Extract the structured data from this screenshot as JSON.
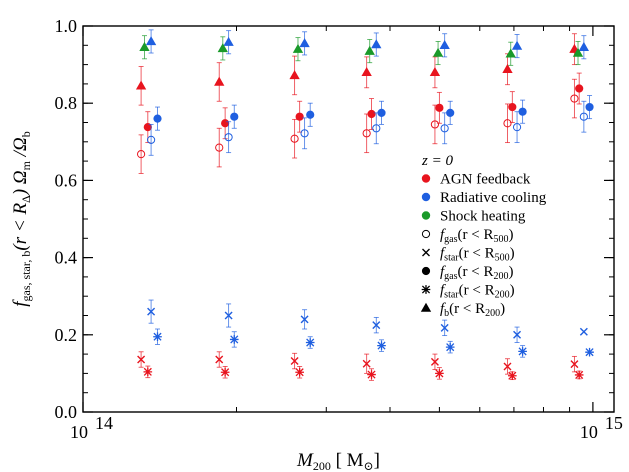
{
  "chart_data": {
    "type": "scatter",
    "xscale": "log",
    "xlim": [
      100000000000000,
      1100000000000000
    ],
    "ylim": [
      0,
      1.0
    ],
    "xticks": [
      {
        "value": 100000000000000,
        "label": "10",
        "exp": "14"
      },
      {
        "value": 1000000000000000,
        "label": "10",
        "exp": "15"
      }
    ],
    "yticks": [
      {
        "value": 0.0,
        "label": "0.0"
      },
      {
        "value": 0.2,
        "label": "0.2"
      },
      {
        "value": 0.4,
        "label": "0.4"
      },
      {
        "value": 0.6,
        "label": "0.6"
      },
      {
        "value": 0.8,
        "label": "0.8"
      },
      {
        "value": 1.0,
        "label": "1.0"
      }
    ],
    "xlabel": {
      "main": "M",
      "sub": "200",
      "unit_open": " [ M",
      "unit_sub": "⊙",
      "unit_close": "]"
    },
    "ylabel": {
      "p1": "f",
      "p1_sub": "gas, star, b",
      "p2": "(r < R",
      "p2_sub": "Δ",
      "p3": ") Ω",
      "p3_sub": "m",
      "p4": " /Ω",
      "p4_sub": "b"
    },
    "legend": {
      "title": "z = 0",
      "colors": [
        {
          "name": "AGN feedback",
          "color": "#e8141e"
        },
        {
          "name": "Radiative cooling",
          "color": "#1f5fe0"
        },
        {
          "name": "Shock heating",
          "color": "#1a9a2a"
        }
      ],
      "markers": [
        {
          "marker": "open-circle",
          "q": "f",
          "q_sub": "gas",
          "r": "(r < R",
          "r_sub": "500",
          "close": ")"
        },
        {
          "marker": "x",
          "q": "f",
          "q_sub": "star",
          "r": "(r < R",
          "r_sub": "500",
          "close": ")"
        },
        {
          "marker": "filled-circle",
          "q": "f",
          "q_sub": "gas",
          "r": "(r < R",
          "r_sub": "200",
          "close": ")"
        },
        {
          "marker": "asterisk",
          "q": "f",
          "q_sub": "star",
          "r": "(r < R",
          "r_sub": "200",
          "close": ")"
        },
        {
          "marker": "triangle",
          "q": "f",
          "q_sub": "b",
          "r": "(r < R",
          "r_sub": "200",
          "close": ")"
        }
      ]
    },
    "series": [
      {
        "model": "AGN feedback",
        "color": "#e8141e",
        "quantity": "fgas R500",
        "marker": "open-circle",
        "x": [
          130000000000000,
          185000000000000,
          260000000000000,
          360000000000000,
          490000000000000,
          680000000000000,
          920000000000000
        ],
        "y": [
          0.668,
          0.685,
          0.708,
          0.722,
          0.745,
          0.748,
          0.812
        ],
        "err": [
          0.05,
          0.05,
          0.05,
          0.05,
          0.05,
          0.05,
          0.05
        ]
      },
      {
        "model": "AGN feedback",
        "color": "#e8141e",
        "quantity": "fgas R200",
        "marker": "filled-circle",
        "x": [
          134000000000000,
          190000000000000,
          266000000000000,
          368000000000000,
          500000000000000,
          695000000000000,
          940000000000000
        ],
        "y": [
          0.738,
          0.748,
          0.765,
          0.772,
          0.788,
          0.79,
          0.838
        ],
        "err": [
          0.04,
          0.04,
          0.04,
          0.04,
          0.04,
          0.04,
          0.04
        ]
      },
      {
        "model": "AGN feedback",
        "color": "#e8141e",
        "quantity": "fb R200",
        "marker": "triangle",
        "x": [
          130000000000000,
          185000000000000,
          260000000000000,
          360000000000000,
          490000000000000,
          680000000000000,
          920000000000000
        ],
        "y": [
          0.845,
          0.855,
          0.872,
          0.88,
          0.88,
          0.888,
          0.94
        ],
        "err": [
          0.05,
          0.05,
          0.05,
          0.04,
          0.04,
          0.04,
          0.04
        ]
      },
      {
        "model": "AGN feedback",
        "color": "#e8141e",
        "quantity": "fstar R500",
        "marker": "x",
        "x": [
          130000000000000,
          185000000000000,
          260000000000000,
          360000000000000,
          490000000000000,
          680000000000000,
          920000000000000
        ],
        "y": [
          0.136,
          0.136,
          0.132,
          0.125,
          0.13,
          0.118,
          0.124
        ],
        "err": [
          0.02,
          0.02,
          0.02,
          0.025,
          0.02,
          0.02,
          0.02
        ]
      },
      {
        "model": "AGN feedback",
        "color": "#e8141e",
        "quantity": "fstar R200",
        "marker": "asterisk",
        "x": [
          134000000000000,
          190000000000000,
          266000000000000,
          368000000000000,
          500000000000000,
          695000000000000,
          940000000000000
        ],
        "y": [
          0.104,
          0.103,
          0.103,
          0.097,
          0.1,
          0.094,
          0.096
        ],
        "err": [
          0.015,
          0.015,
          0.015,
          0.015,
          0.015,
          0.01,
          0.01
        ]
      },
      {
        "model": "Radiative cooling",
        "color": "#1f5fe0",
        "quantity": "fgas R500",
        "marker": "open-circle",
        "x": [
          136000000000000,
          193000000000000,
          272000000000000,
          376000000000000,
          512000000000000,
          710000000000000,
          960000000000000
        ],
        "y": [
          0.705,
          0.712,
          0.722,
          0.735,
          0.735,
          0.738,
          0.765
        ],
        "err": [
          0.04,
          0.04,
          0.04,
          0.04,
          0.04,
          0.04,
          0.04
        ]
      },
      {
        "model": "Radiative cooling",
        "color": "#1f5fe0",
        "quantity": "fgas R200",
        "marker": "filled-circle",
        "x": [
          140000000000000,
          198000000000000,
          279000000000000,
          385000000000000,
          525000000000000,
          728000000000000,
          985000000000000
        ],
        "y": [
          0.76,
          0.765,
          0.77,
          0.775,
          0.775,
          0.778,
          0.79
        ],
        "err": [
          0.03,
          0.03,
          0.03,
          0.03,
          0.03,
          0.03,
          0.03
        ]
      },
      {
        "model": "Radiative cooling",
        "color": "#1f5fe0",
        "quantity": "fb R200",
        "marker": "triangle",
        "x": [
          136000000000000,
          193000000000000,
          272000000000000,
          376000000000000,
          512000000000000,
          710000000000000,
          960000000000000
        ],
        "y": [
          0.96,
          0.958,
          0.955,
          0.952,
          0.95,
          0.948,
          0.945
        ],
        "err": [
          0.03,
          0.03,
          0.03,
          0.03,
          0.03,
          0.03,
          0.03
        ]
      },
      {
        "model": "Radiative cooling",
        "color": "#1f5fe0",
        "quantity": "fstar R500",
        "marker": "x",
        "x": [
          136000000000000,
          193000000000000,
          272000000000000,
          376000000000000,
          512000000000000,
          710000000000000,
          960000000000000
        ],
        "y": [
          0.26,
          0.25,
          0.24,
          0.225,
          0.218,
          0.2,
          0.208
        ],
        "err": [
          0.03,
          0.03,
          0.025,
          0.02,
          0.02,
          0.02,
          0.0
        ]
      },
      {
        "model": "Radiative cooling",
        "color": "#1f5fe0",
        "quantity": "fstar R200",
        "marker": "asterisk",
        "x": [
          140000000000000,
          198000000000000,
          279000000000000,
          385000000000000,
          525000000000000,
          728000000000000,
          985000000000000
        ],
        "y": [
          0.195,
          0.188,
          0.18,
          0.172,
          0.168,
          0.157,
          0.155
        ],
        "err": [
          0.02,
          0.02,
          0.015,
          0.015,
          0.015,
          0.015,
          0.0
        ]
      },
      {
        "model": "Shock heating",
        "color": "#1a9a2a",
        "quantity": "fb R200",
        "marker": "triangle",
        "x": [
          132000000000000,
          188000000000000,
          264000000000000,
          365000000000000,
          497000000000000,
          690000000000000,
          935000000000000
        ],
        "y": [
          0.945,
          0.942,
          0.94,
          0.935,
          0.93,
          0.928,
          0.93
        ],
        "err": [
          0.03,
          0.03,
          0.03,
          0.03,
          0.03,
          0.03,
          0.03
        ]
      }
    ]
  }
}
